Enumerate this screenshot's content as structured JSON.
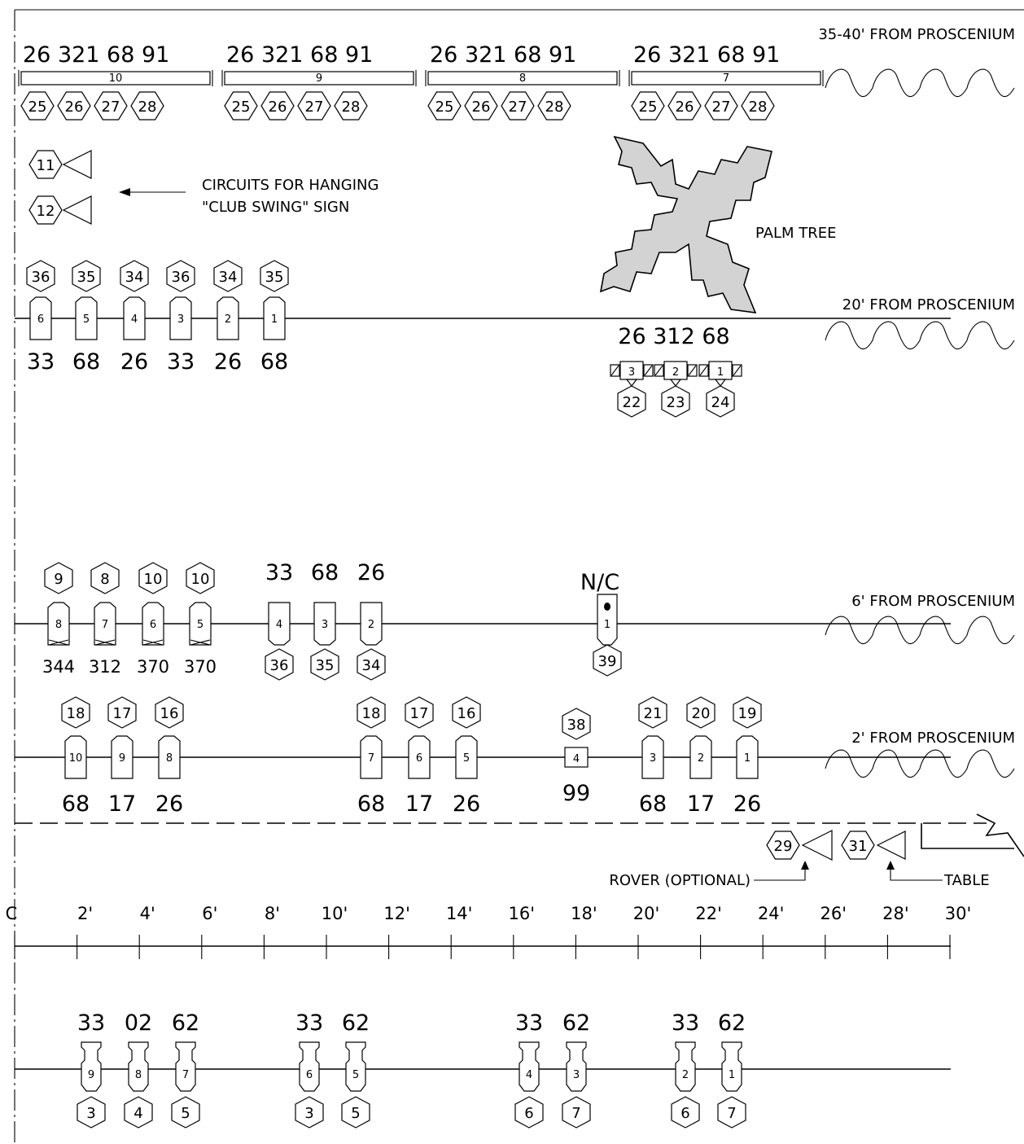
{
  "labels": {
    "electric_4": "35-40' FROM PROSCENIUM",
    "electric_3": "20' FROM PROSCENIUM",
    "electric_2": "6' FROM PROSCENIUM",
    "electric_1": "2' FROM PROSCENIUM",
    "palm_tree": "PALM TREE",
    "sign_note_line1": "CIRCUITS FOR HANGING",
    "sign_note_line2": "\"CLUB SWING\" SIGN",
    "rover": "ROVER (OPTIONAL)",
    "table": "TABLE",
    "nc": "N/C"
  },
  "ruler": {
    "ticks": [
      "C",
      "2'",
      "4'",
      "6'",
      "8'",
      "10'",
      "12'",
      "14'",
      "16'",
      "18'",
      "20'",
      "22'",
      "24'",
      "26'",
      "28'",
      "30'"
    ]
  },
  "cyc_strips": [
    {
      "unit": "10",
      "gels": "26 321 68 91",
      "circuits": [
        "25",
        "26",
        "27",
        "28"
      ]
    },
    {
      "unit": "9",
      "gels": "26 321 68 91",
      "circuits": [
        "25",
        "26",
        "27",
        "28"
      ]
    },
    {
      "unit": "8",
      "gels": "26 321 68 91",
      "circuits": [
        "25",
        "26",
        "27",
        "28"
      ]
    },
    {
      "unit": "7",
      "gels": "26 321 68 91",
      "circuits": [
        "25",
        "26",
        "27",
        "28"
      ]
    }
  ],
  "sign_circuits": [
    "11",
    "12"
  ],
  "electric_3_units": [
    {
      "unit": "6",
      "circuit": "36",
      "gel": "33"
    },
    {
      "unit": "5",
      "circuit": "35",
      "gel": "68"
    },
    {
      "unit": "4",
      "circuit": "34",
      "gel": "26"
    },
    {
      "unit": "3",
      "circuit": "36",
      "gel": "33"
    },
    {
      "unit": "2",
      "circuit": "34",
      "gel": "26"
    },
    {
      "unit": "1",
      "circuit": "35",
      "gel": "68"
    }
  ],
  "electric_3_floods": {
    "gels": "26 312 68",
    "units": [
      {
        "unit": "3",
        "circuit": "22"
      },
      {
        "unit": "2",
        "circuit": "23"
      },
      {
        "unit": "1",
        "circuit": "24"
      }
    ]
  },
  "electric_2_left": [
    {
      "unit": "8",
      "circuit": "9",
      "gel": "344"
    },
    {
      "unit": "7",
      "circuit": "8",
      "gel": "312"
    },
    {
      "unit": "6",
      "circuit": "10",
      "gel": "370"
    },
    {
      "unit": "5",
      "circuit": "10",
      "gel": "370"
    }
  ],
  "electric_2_right": [
    {
      "unit": "4",
      "circuit": "36",
      "gel": "33"
    },
    {
      "unit": "3",
      "circuit": "35",
      "gel": "68"
    },
    {
      "unit": "2",
      "circuit": "34",
      "gel": "26"
    }
  ],
  "electric_2_special": {
    "unit": "1",
    "circuit": "39"
  },
  "electric_1_left": [
    {
      "unit": "10",
      "circuit": "18",
      "gel": "68"
    },
    {
      "unit": "9",
      "circuit": "17",
      "gel": "17"
    },
    {
      "unit": "8",
      "circuit": "16",
      "gel": "26"
    }
  ],
  "electric_1_mid": [
    {
      "unit": "7",
      "circuit": "18",
      "gel": "68"
    },
    {
      "unit": "6",
      "circuit": "17",
      "gel": "17"
    },
    {
      "unit": "5",
      "circuit": "16",
      "gel": "26"
    }
  ],
  "electric_1_center": {
    "unit": "4",
    "circuit": "38",
    "gel": "99"
  },
  "electric_1_right": [
    {
      "unit": "3",
      "circuit": "21",
      "gel": "68"
    },
    {
      "unit": "2",
      "circuit": "20",
      "gel": "17"
    },
    {
      "unit": "1",
      "circuit": "19",
      "gel": "26"
    }
  ],
  "floor_circuits": {
    "rover": "29",
    "table": "31"
  },
  "box_boom": [
    {
      "unit": "9",
      "circuit": "3",
      "gel": "33"
    },
    {
      "unit": "8",
      "circuit": "4",
      "gel": "02"
    },
    {
      "unit": "7",
      "circuit": "5",
      "gel": "62"
    },
    {
      "unit": "6",
      "circuit": "3",
      "gel": "33"
    },
    {
      "unit": "5",
      "circuit": "5",
      "gel": "62"
    },
    {
      "unit": "4",
      "circuit": "6",
      "gel": "33"
    },
    {
      "unit": "3",
      "circuit": "7",
      "gel": "62"
    },
    {
      "unit": "2",
      "circuit": "6",
      "gel": "33"
    },
    {
      "unit": "1",
      "circuit": "7",
      "gel": "62"
    }
  ]
}
